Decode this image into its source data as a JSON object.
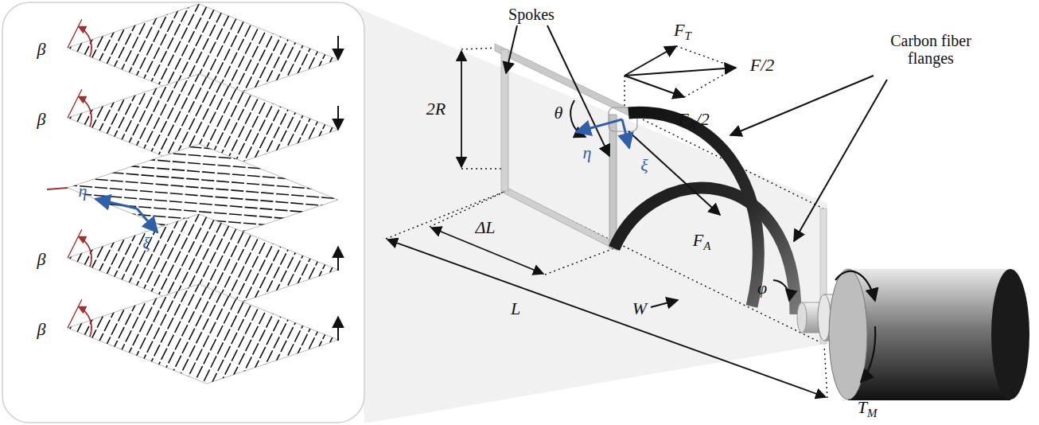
{
  "diagram": {
    "labels": [
      "β",
      "β",
      "β",
      "β",
      "η",
      "ξ",
      "Spokes",
      "2R",
      "θ",
      "η",
      "ξ",
      "FT",
      "F/2",
      "FA/2",
      "Carbon fiber flanges",
      "ΔL",
      "FA",
      "W",
      "φ",
      "L",
      "TM"
    ]
  }
}
